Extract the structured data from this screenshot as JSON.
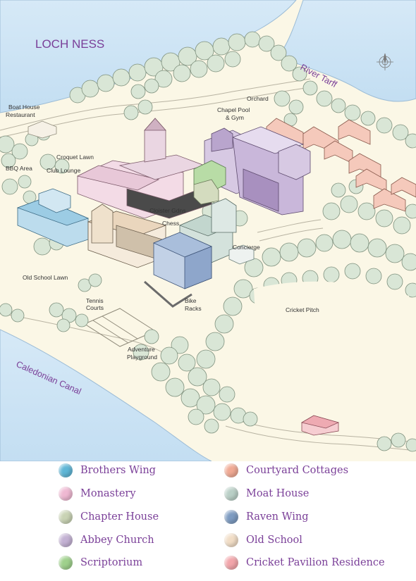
{
  "map": {
    "loch_title": "LOCH NESS",
    "river_label": "River Tarff",
    "canal_label": "Caledonian Canal",
    "compass_icon": "compass-rose-icon",
    "place_labels": {
      "boat_house_1": "Boat House",
      "boat_house_2": "Restaurant",
      "orchard": "Orchard",
      "chapel_pool_1": "Chapel Pool",
      "chapel_pool_2": "& Gym",
      "croquet": "Croquet Lawn",
      "bbq": "BBQ Area",
      "club": "Club Lounge",
      "cloister": "Cloister Gdns",
      "chess": "Chess",
      "concierge": "Concierge",
      "old_school_lawn": "Old School Lawn",
      "tennis_1": "Tennis",
      "tennis_2": "Courts",
      "bike_1": "Bike",
      "bike_2": "Racks",
      "cricket": "Cricket Pitch",
      "adventure_1": "Adventure",
      "adventure_2": "Playground"
    }
  },
  "legend": {
    "left": [
      {
        "label": "Brothers Wing",
        "color": "#5fb6d6"
      },
      {
        "label": "Monastery",
        "color": "#efb8d2"
      },
      {
        "label": "Chapter House",
        "color": "#c9d3b4"
      },
      {
        "label": "Abbey Church",
        "color": "#c3b1d3"
      },
      {
        "label": "Scriptorium",
        "color": "#9fd18c"
      }
    ],
    "right": [
      {
        "label": "Courtyard Cottages",
        "color": "#f0a993"
      },
      {
        "label": "Moat House",
        "color": "#b9cfc6"
      },
      {
        "label": "Raven Wing",
        "color": "#7d9bc1"
      },
      {
        "label": "Old School",
        "color": "#f1ddc6"
      },
      {
        "label": "Cricket Pavilion Residence",
        "color": "#f2a5aa"
      }
    ]
  }
}
